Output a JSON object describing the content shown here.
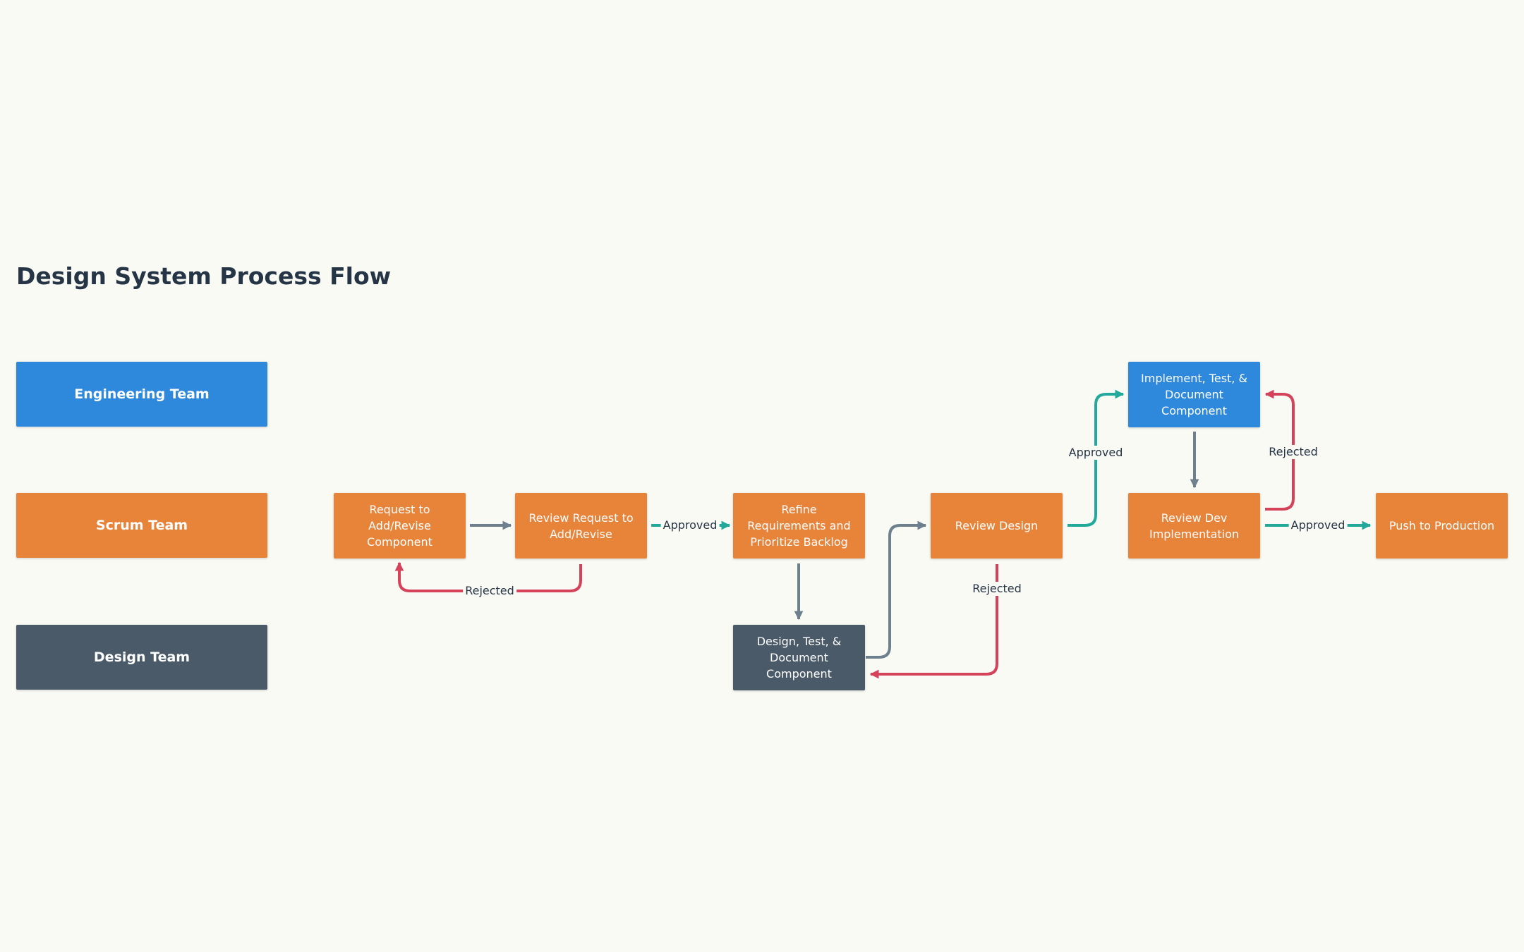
{
  "title": "Design System Process Flow",
  "colors": {
    "engineering": "#2e89dc",
    "scrum": "#e8833a",
    "design": "#4a5a68",
    "flow": "#6e7f8d",
    "approved": "#23a99b",
    "rejected": "#d4435a",
    "text_dark": "#263545"
  },
  "lanes": {
    "engineering": "Engineering Team",
    "scrum": "Scrum Team",
    "design": "Design Team"
  },
  "nodes": {
    "request": "Request to Add/Revise Component",
    "review_request": "Review Request to Add/Revise",
    "refine": "Refine Requirements and Prioritize Backlog",
    "design_test": "Design, Test, & Document Component",
    "review_design": "Review Design",
    "implement": "Implement, Test, & Document Component",
    "review_dev": "Review Dev Implementation",
    "push": "Push to Production"
  },
  "labels": {
    "approved_1": "Approved",
    "rejected_1": "Rejected",
    "approved_2": "Approved",
    "rejected_2": "Rejected",
    "rejected_3": "Rejected",
    "approved_3": "Approved"
  }
}
